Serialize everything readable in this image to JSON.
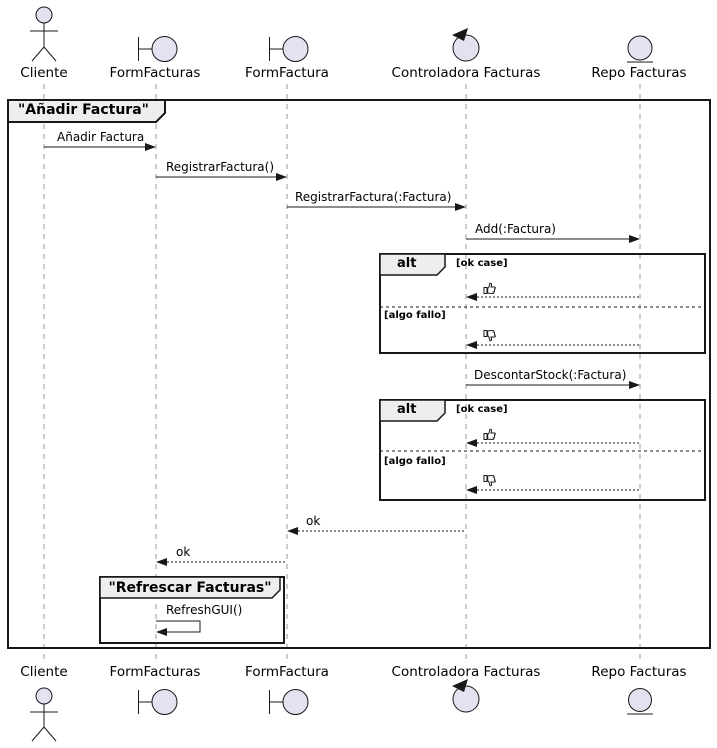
{
  "frame": {
    "title": "\"Añadir Factura\""
  },
  "group": {
    "title": "\"Refrescar Facturas\""
  },
  "alt": {
    "operator": "alt",
    "guard_ok": "[ok case]",
    "guard_fail": "[algo fallo]"
  },
  "participants": {
    "cliente": {
      "label": "Cliente",
      "type": "actor"
    },
    "form_facturas": {
      "label": "FormFacturas",
      "type": "boundary"
    },
    "form_factura": {
      "label": "FormFactura",
      "type": "boundary"
    },
    "controladora": {
      "label": "Controladora Facturas",
      "type": "control"
    },
    "repo": {
      "label": "Repo Facturas",
      "type": "entity"
    }
  },
  "messages": {
    "anadir_factura": "Añadir Factura",
    "registrar_factura": "RegistrarFactura()",
    "registrar_factura_param": "RegistrarFactura(:Factura)",
    "add_factura": "Add(:Factura)",
    "descontar_stock": "DescontarStock(:Factura)",
    "ok_1": "ok",
    "ok_2": "ok",
    "refresh_gui": "RefreshGUI()"
  },
  "icons": {
    "ok_return": "thumbs-up-icon",
    "fail_return": "thumbs-down-icon"
  },
  "colors": {
    "icon_fill": "#E2E2F0",
    "frame_header_fill": "#EEEEEE",
    "border": "#181818",
    "lifeline": "#999999",
    "background": "#FFFFFF"
  }
}
